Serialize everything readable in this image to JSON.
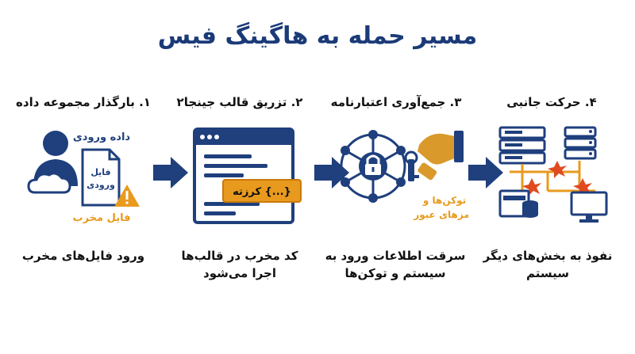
{
  "title": "مسیر حمله به هاگینگ فیس",
  "colors": {
    "navy": "#1f3f7d",
    "orange": "#e89a1e",
    "gold": "#d99a2b",
    "red": "#e04a1f"
  },
  "steps": [
    {
      "title": "۱. بارگذار مجموعه داده",
      "desc": "ورود فایل‌های مخرب",
      "labels": {
        "input_data": "داده ورودی",
        "file_line1": "فایل",
        "file_line2": "ورودی",
        "malicious": "فایل مخرب"
      },
      "icons": [
        "user-icon",
        "cloud-icon",
        "document-icon",
        "warning-icon"
      ]
    },
    {
      "title": "۲. تزریق قالب جینجا۲",
      "desc": "کد مخرب در قالب‌ها اجرا می‌شود",
      "labels": {
        "code": "{...} کرزته"
      },
      "icons": [
        "browser-window-icon"
      ]
    },
    {
      "title": "۳. جمع‌آوری اعتبارنامه",
      "desc": "سرقت اطلاعات ورود به سیستم و توکن‌ها",
      "labels": {
        "tokens_line1": "توکن‌ها و",
        "tokens_line2": "رمزهای عبور"
      },
      "icons": [
        "network-lock-icon",
        "hand-icon",
        "key-icon"
      ]
    },
    {
      "title": "۴. حرکت جانبی",
      "desc": "نفوذ به بخش‌های دیگر سیستم",
      "icons": [
        "server-icon",
        "database-icon",
        "monitor-icon",
        "impact-icon"
      ]
    }
  ]
}
